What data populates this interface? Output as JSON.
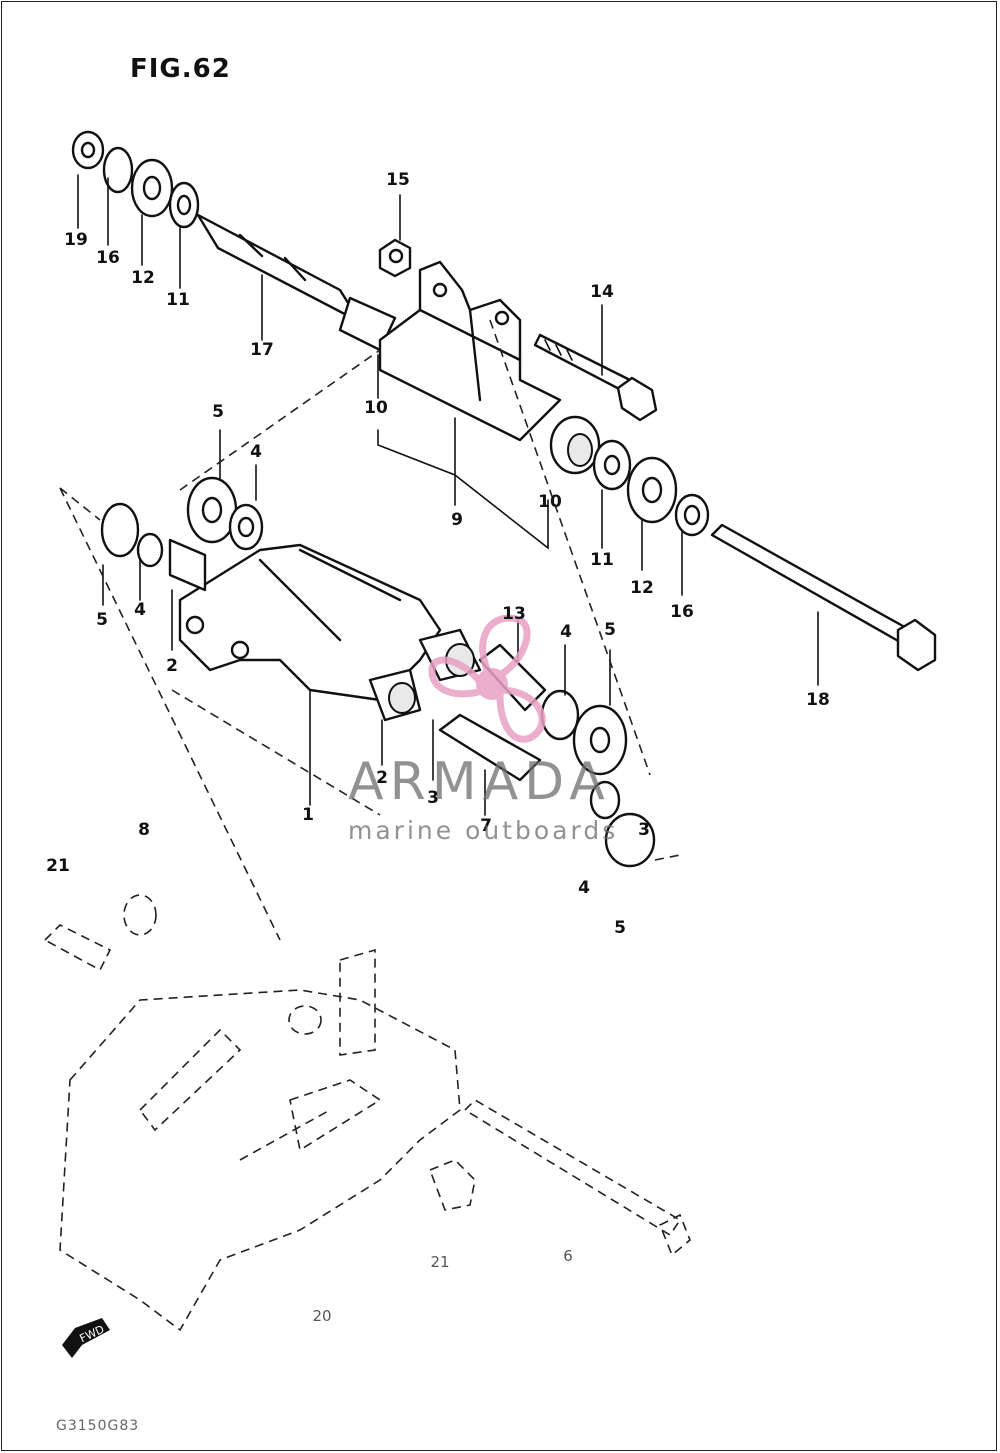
{
  "figure": {
    "title": "FIG.62",
    "drawing_code": "G3150G83"
  },
  "callouts": [
    {
      "id": "c19",
      "text": "19"
    },
    {
      "id": "c16a",
      "text": "16"
    },
    {
      "id": "c12a",
      "text": "12"
    },
    {
      "id": "c11a",
      "text": "11"
    },
    {
      "id": "c17",
      "text": "17"
    },
    {
      "id": "c15",
      "text": "15"
    },
    {
      "id": "c14",
      "text": "14"
    },
    {
      "id": "c10a",
      "text": "10"
    },
    {
      "id": "c9",
      "text": "9"
    },
    {
      "id": "c10b",
      "text": "10"
    },
    {
      "id": "c11b",
      "text": "11"
    },
    {
      "id": "c12b",
      "text": "12"
    },
    {
      "id": "c16b",
      "text": "16"
    },
    {
      "id": "c18",
      "text": "18"
    },
    {
      "id": "c5a",
      "text": "5"
    },
    {
      "id": "c4a",
      "text": "4"
    },
    {
      "id": "c5b",
      "text": "5"
    },
    {
      "id": "c4b",
      "text": "4"
    },
    {
      "id": "c2a",
      "text": "2"
    },
    {
      "id": "c13",
      "text": "13"
    },
    {
      "id": "c4c",
      "text": "4"
    },
    {
      "id": "c5c",
      "text": "5"
    },
    {
      "id": "c1",
      "text": "1"
    },
    {
      "id": "c2b",
      "text": "2"
    },
    {
      "id": "c3a",
      "text": "3"
    },
    {
      "id": "c7",
      "text": "7"
    },
    {
      "id": "c3b",
      "text": "3"
    },
    {
      "id": "c4d",
      "text": "4"
    },
    {
      "id": "c5d",
      "text": "5"
    },
    {
      "id": "c8",
      "text": "8"
    },
    {
      "id": "c21a",
      "text": "21"
    },
    {
      "id": "c21b",
      "text": "21"
    },
    {
      "id": "c6",
      "text": "6"
    },
    {
      "id": "c20",
      "text": "20"
    },
    {
      "id": "cfwd",
      "text": "FWD"
    }
  ],
  "watermark": {
    "brand": "ARMADA",
    "tagline": "marine outboards",
    "logo_color": "#e8a0c4",
    "text_color": "#6e6e6e"
  }
}
